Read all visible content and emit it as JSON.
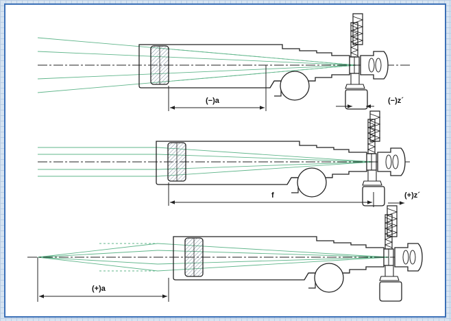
{
  "diagram": {
    "setups": [
      {
        "distance_label": "(−)a",
        "focal_shift_label": "(−)z´"
      },
      {
        "distance_label": "f",
        "focal_shift_label": "(+)z´"
      },
      {
        "distance_label": "(+)a",
        "focal_shift_label": ""
      }
    ],
    "colors": {
      "ray": "#5fb58a",
      "outline": "#222222",
      "axis": "#222222",
      "lens_fill": "#dfe6ee",
      "frame_border": "#3a6fb6"
    }
  }
}
